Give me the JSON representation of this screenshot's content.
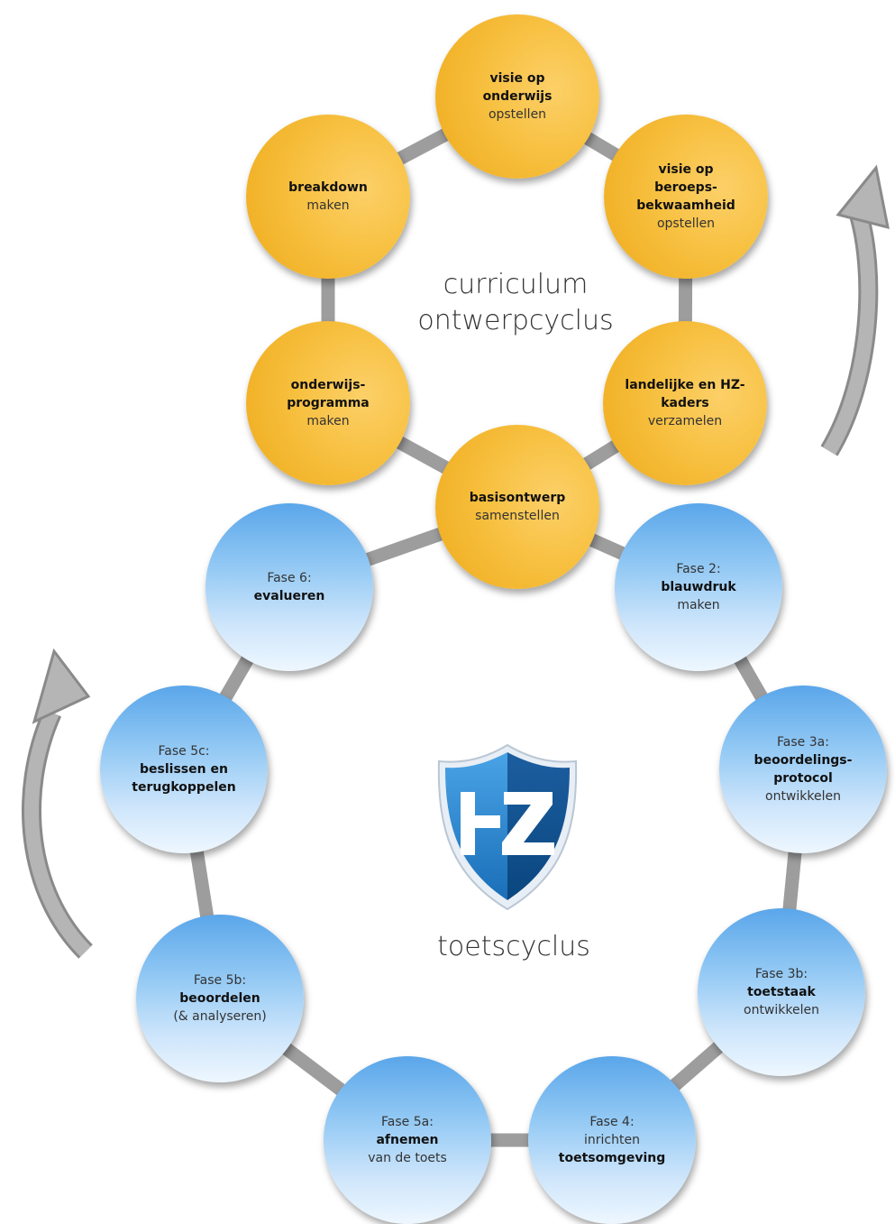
{
  "colors": {
    "orange": "#f7c040",
    "blue": "#5aa6ea",
    "connector": "#9d9d9d",
    "arrow": "#a6a6a6",
    "logo_blue_light": "#1f7cc7",
    "logo_blue_dark": "#0b4f8f"
  },
  "curriculum": {
    "title_line1": "curriculum",
    "title_line2": "ontwerpcyclus",
    "nodes": [
      {
        "id": "visie-onderwijs",
        "lines": [
          {
            "t": "visie op",
            "w": "bold"
          },
          {
            "t": "onderwijs",
            "w": "bold"
          },
          {
            "t": "opstellen",
            "w": "normal"
          }
        ]
      },
      {
        "id": "visie-beroeps",
        "lines": [
          {
            "t": "visie op",
            "w": "bold"
          },
          {
            "t": "beroeps-",
            "w": "bold"
          },
          {
            "t": "bekwaamheid",
            "w": "bold"
          },
          {
            "t": "opstellen",
            "w": "normal"
          }
        ]
      },
      {
        "id": "kaders",
        "lines": [
          {
            "t": "landelijke en HZ-",
            "w": "bold"
          },
          {
            "t": "kaders",
            "w": "bold"
          },
          {
            "t": "verzamelen",
            "w": "normal"
          }
        ]
      },
      {
        "id": "basisontwerp",
        "lines": [
          {
            "t": "basisontwerp",
            "w": "bold"
          },
          {
            "t": "samenstellen",
            "w": "normal"
          }
        ]
      },
      {
        "id": "programma",
        "lines": [
          {
            "t": "onderwijs-",
            "w": "bold"
          },
          {
            "t": "programma",
            "w": "bold"
          },
          {
            "t": "maken",
            "w": "normal"
          }
        ]
      },
      {
        "id": "breakdown",
        "lines": [
          {
            "t": "breakdown",
            "w": "bold"
          },
          {
            "t": "maken",
            "w": "normal"
          }
        ]
      }
    ]
  },
  "toetscyclus": {
    "title": "toetscyclus",
    "nodes": [
      {
        "id": "fase-2",
        "lines": [
          {
            "t": "Fase 2:",
            "w": "normal"
          },
          {
            "t": "blauwdruk",
            "w": "bold"
          },
          {
            "t": "maken",
            "w": "normal"
          }
        ]
      },
      {
        "id": "fase-3a",
        "lines": [
          {
            "t": "Fase 3a:",
            "w": "normal"
          },
          {
            "t": "beoordelings-",
            "w": "bold"
          },
          {
            "t": "protocol",
            "w": "bold"
          },
          {
            "t": "ontwikkelen",
            "w": "normal"
          }
        ]
      },
      {
        "id": "fase-3b",
        "lines": [
          {
            "t": "Fase 3b:",
            "w": "normal"
          },
          {
            "t": "toetstaak",
            "w": "bold"
          },
          {
            "t": "ontwikkelen",
            "w": "normal"
          }
        ]
      },
      {
        "id": "fase-4",
        "lines": [
          {
            "t": "Fase 4:",
            "w": "normal"
          },
          {
            "t": "inrichten",
            "w": "normal"
          },
          {
            "t": "toetsomgeving",
            "w": "bold"
          }
        ]
      },
      {
        "id": "fase-5a",
        "lines": [
          {
            "t": "Fase 5a:",
            "w": "normal"
          },
          {
            "t": "afnemen",
            "w": "bold"
          },
          {
            "t": "van de toets",
            "w": "normal"
          }
        ]
      },
      {
        "id": "fase-5b",
        "lines": [
          {
            "t": "Fase 5b:",
            "w": "normal"
          },
          {
            "t": "beoordelen",
            "w": "bold"
          },
          {
            "t": "(& analyseren)",
            "w": "normal"
          }
        ]
      },
      {
        "id": "fase-5c",
        "lines": [
          {
            "t": "Fase 5c:",
            "w": "normal"
          },
          {
            "t": "beslissen en",
            "w": "bold"
          },
          {
            "t": "terugkoppelen",
            "w": "bold"
          }
        ]
      },
      {
        "id": "fase-6",
        "lines": [
          {
            "t": "Fase 6:",
            "w": "normal"
          },
          {
            "t": "evalueren",
            "w": "bold"
          }
        ]
      }
    ]
  },
  "logo": {
    "icon": "hz-shield-logo",
    "text": "HZ"
  },
  "arrows": [
    {
      "icon": "cycle-arrow-up-right"
    },
    {
      "icon": "cycle-arrow-up-left"
    }
  ]
}
